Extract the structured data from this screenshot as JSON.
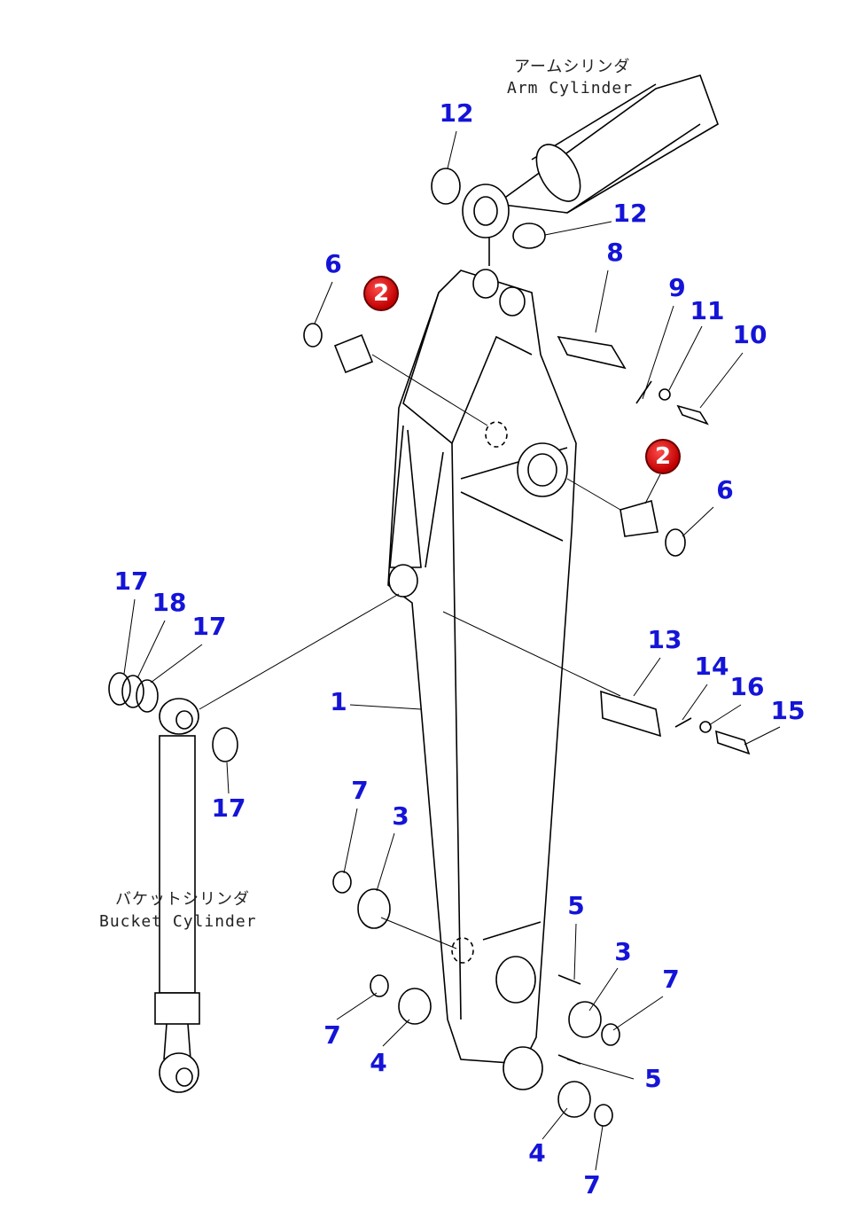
{
  "arm_cylinder": {
    "jp": "アームシリンダ",
    "en": "Arm Cylinder"
  },
  "bucket_cylinder": {
    "jp": "バケットシリンダ",
    "en": "Bucket Cylinder"
  },
  "callouts": [
    "12",
    "12",
    "8",
    "6",
    "9",
    "11",
    "10",
    "6",
    "17",
    "18",
    "17",
    "1",
    "13",
    "14",
    "16",
    "15",
    "17",
    "7",
    "3",
    "5",
    "3",
    "7",
    "7",
    "4",
    "5",
    "4",
    "7"
  ],
  "highlight_callouts": [
    "2",
    "2"
  ],
  "colors": {
    "callout": "#1414d8",
    "highlight": "#c00000"
  }
}
